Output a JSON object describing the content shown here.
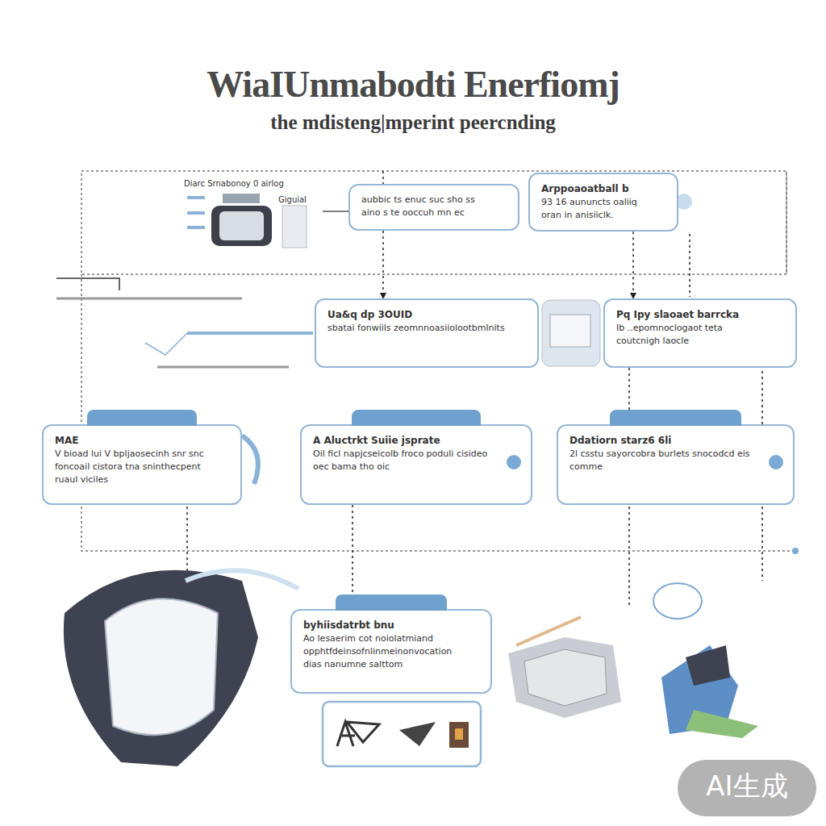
{
  "diagram": {
    "title": "WiaIUnmabodti Enerfiomj",
    "nodes": [
      {
        "text": [
          "aubbic ts enuc suc sho ss aino s te ooccuh mn ec"
        ]
      },
      {
        "text": [
          "Arppoaoatball b",
          "93 16 aununcts oaliiq oran in anisiiclk."
        ]
      },
      {
        "text": [
          "Ua&q dp 3OUID",
          "sbatai fonwiils zeomnnoasiiolootbmlnits"
        ]
      },
      {
        "text": [
          "Pq Ipy slaoaet barrcka",
          "Ib ..epomnoclogaot teta coutcnigh laocle"
        ]
      },
      {
        "text": [
          "MAE",
          "V bioad lui V bpljaosecinh snr snc foncoail cistora tna sninthecpent ruaul viciles"
        ]
      },
      {
        "text": [
          "A Aluctrkt Suiie jsprate",
          "Oil ficl napjcseicolb froco poduli cisideo oec bama tho oic"
        ]
      },
      {
        "text": [
          "Ddatiorn starz6 6li",
          "2l csstu sayorcobra burlets snocodcd eis comme"
        ]
      },
      {
        "text": [
          "byhiisdatrbt bnu",
          "Ao lesaerim cot noiolatmiand opphtfdeinsofnlinmeinonvocation dias nanumne salttom"
        ]
      }
    ],
    "edges": [
      {
        "from": 0,
        "to": 2,
        "arrow": "to"
      },
      {
        "from": 1,
        "to": 3,
        "arrow": "to"
      },
      {
        "from": 3,
        "to": 6,
        "arrow": "to"
      },
      {
        "from": 5,
        "to": 7,
        "arrow": "to"
      }
    ],
    "labels": [
      "the mdisteng|mperint peercnding",
      "Diarc Srnabonoy 0 airlog",
      "GiguiaI",
      "AI生成"
    ]
  }
}
